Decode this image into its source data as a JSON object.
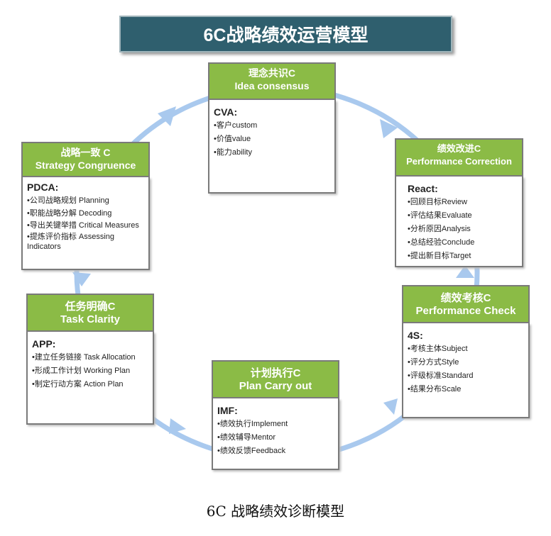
{
  "title": "6C战略绩效运营模型",
  "caption": "6C 战略绩效诊断模型",
  "colors": {
    "header": "#8bbb46",
    "banner": "#2f5f6e",
    "ring": "#a9c9ee"
  },
  "boxes": {
    "idea": {
      "cn": "理念共识C",
      "en": "Idea consensus",
      "label": "CVA:",
      "items": [
        "•客户custom",
        "•价值value",
        "•能力ability"
      ]
    },
    "strategy": {
      "cn": "战略一致 C",
      "en": "Strategy Congruence",
      "label": "PDCA:",
      "items": [
        "•公司战略规划  Planning",
        "•职能战略分解  Decoding",
        "•导出关键举措  Critical Measures",
        "•提炼评价指标  Assessing Indicators"
      ]
    },
    "correction": {
      "cn": "绩效改进C",
      "en": "Performance Correction",
      "label": "React:",
      "items": [
        "•回顾目标Review",
        "•评估结果Evaluate",
        "•分析原因Analysis",
        "•总结经验Conclude",
        "•提出新目标Target"
      ]
    },
    "task": {
      "cn": "任务明确C",
      "en": "Task Clarity",
      "label": "APP:",
      "items": [
        "•建立任务链接  Task Allocation",
        "•形成工作计划  Working Plan",
        "•制定行动方案  Action Plan"
      ]
    },
    "check": {
      "cn": "绩效考核C",
      "en": "Performance Check",
      "label": "4S:",
      "items": [
        "•考核主体Subject",
        "•评分方式Style",
        "•评级标准Standard",
        "•结果分布Scale"
      ]
    },
    "plan": {
      "cn": "计划执行C",
      "en": "Plan Carry out",
      "label": "IMF:",
      "items": [
        "•绩效执行Implement",
        "•绩效辅导Mentor",
        "•绩效反馈Feedback"
      ]
    }
  }
}
